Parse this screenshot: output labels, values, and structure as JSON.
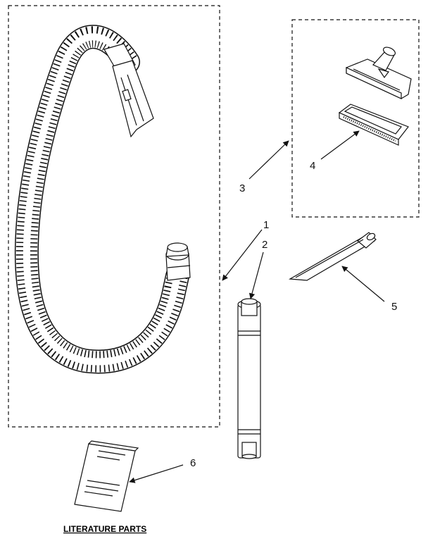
{
  "callouts": {
    "part_1": "1",
    "part_2": "2",
    "part_3": "3",
    "part_4": "4",
    "part_5": "5",
    "part_6": "6"
  },
  "caption": "LITERATURE PARTS"
}
